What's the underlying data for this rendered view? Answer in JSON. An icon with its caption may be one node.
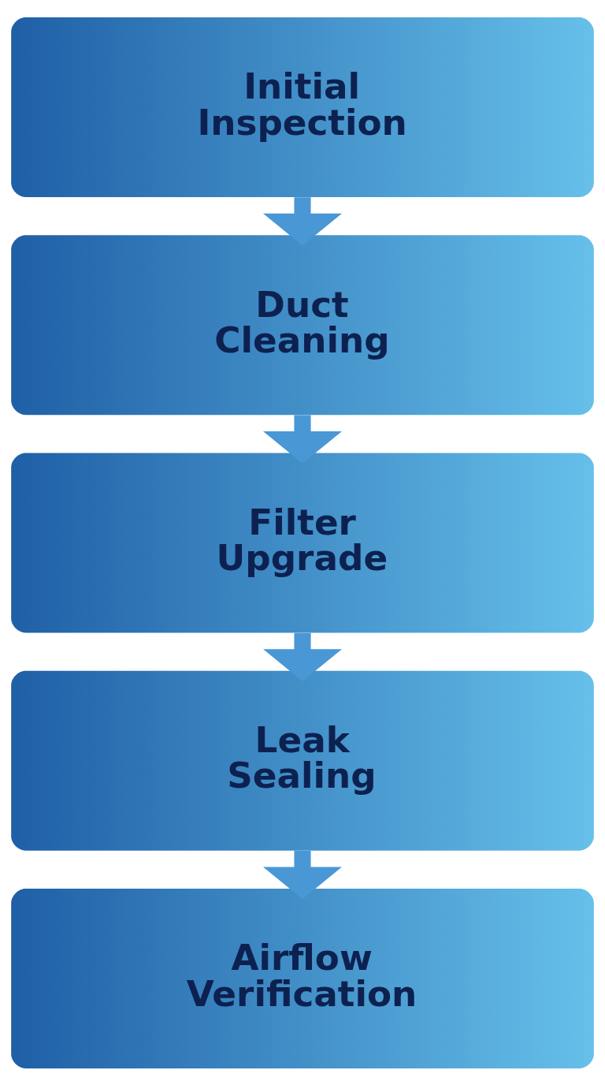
{
  "diagram": {
    "nodes": [
      {
        "text": [
          "Initial Inspection"
        ]
      },
      {
        "text": [
          "Duct Cleaning"
        ]
      },
      {
        "text": [
          "Filter Upgrade"
        ]
      },
      {
        "text": [
          "Leak Sealing"
        ]
      },
      {
        "text": [
          "Airflow Verification"
        ]
      }
    ],
    "edges": [
      {
        "from": 0,
        "to": 1,
        "arrow": "to"
      },
      {
        "from": 1,
        "to": 2,
        "arrow": "to"
      },
      {
        "from": 2,
        "to": 3,
        "arrow": "to"
      },
      {
        "from": 3,
        "to": 4,
        "arrow": "to"
      }
    ]
  }
}
